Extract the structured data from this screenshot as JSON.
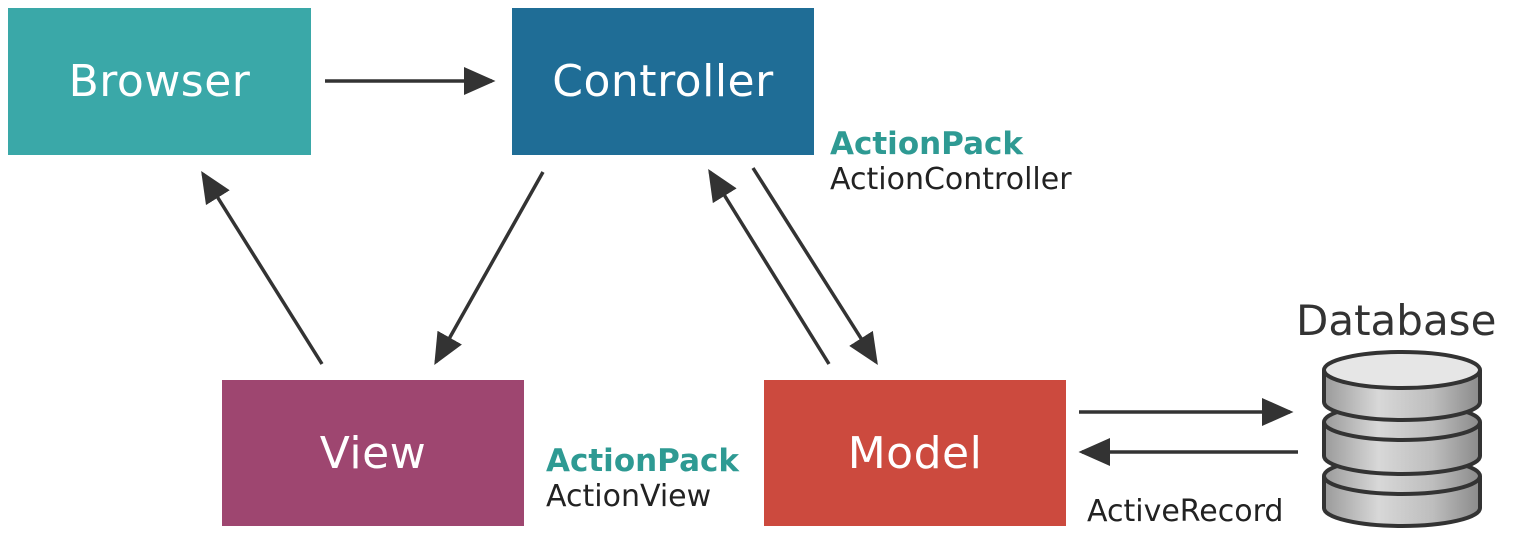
{
  "nodes": {
    "browser": {
      "label": "Browser",
      "color": "#3aa8a8"
    },
    "controller": {
      "label": "Controller",
      "color": "#1f6d96"
    },
    "view": {
      "label": "View",
      "color": "#9e4670"
    },
    "model": {
      "label": "Model",
      "color": "#cc4a3e"
    }
  },
  "annotations": {
    "controller": {
      "pack": "ActionPack",
      "module": "ActionController"
    },
    "view": {
      "pack": "ActionPack",
      "module": "ActionView"
    },
    "model_db": {
      "module": "ActiveRecord"
    }
  },
  "database": {
    "title": "Database",
    "icon": "database-icon"
  },
  "colors": {
    "accent_text": "#2e9a93",
    "arrow": "#333333"
  }
}
